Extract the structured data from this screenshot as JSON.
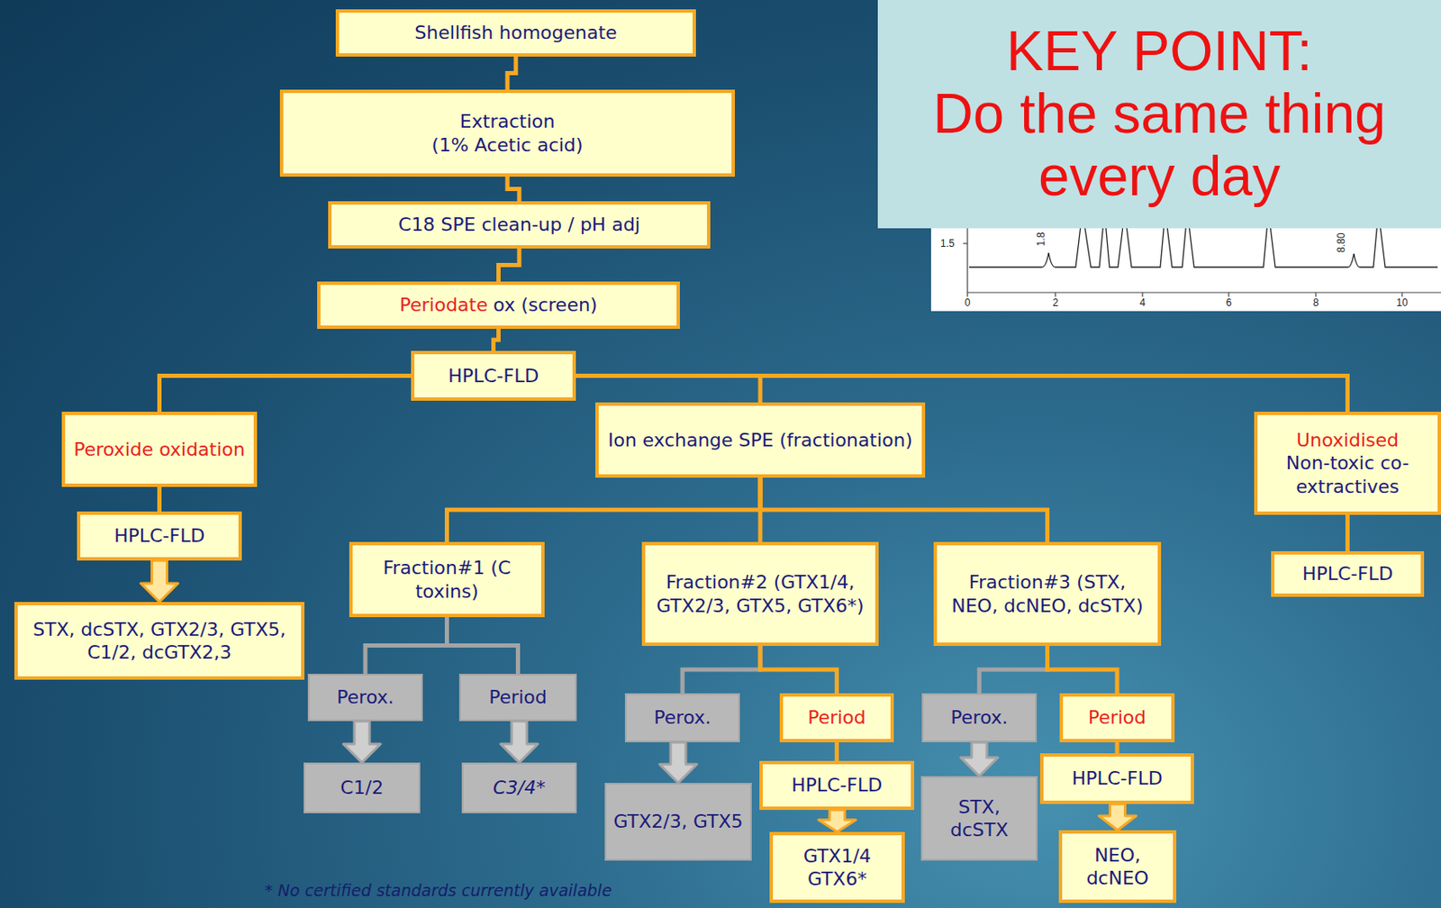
{
  "diagram": {
    "nodes": [
      {
        "text": [
          "Shellfish homogenate"
        ]
      },
      {
        "text": [
          "Extraction",
          "(1% Acetic acid)"
        ]
      },
      {
        "text": [
          "C18 SPE clean-up / pH adj"
        ]
      },
      {
        "text": [
          "Periodate",
          "ox (screen)"
        ]
      },
      {
        "text": [
          "HPLC-FLD"
        ]
      },
      {
        "text": [
          "Peroxide oxidation"
        ]
      },
      {
        "text": [
          "Ion exchange SPE (fractionation)"
        ]
      },
      {
        "text": [
          "Unoxidised",
          "Non-toxic co-extractives"
        ]
      },
      {
        "text": [
          "HPLC-FLD"
        ]
      },
      {
        "text": [
          "STX, dcSTX, GTX2/3, GTX5, C1/2, dcGTX2,3"
        ]
      },
      {
        "text": [
          "Fraction#1 (C toxins)"
        ]
      },
      {
        "text": [
          "Fraction#2 (GTX1/4, GTX2/3, GTX5, GTX6*)"
        ]
      },
      {
        "text": [
          "Fraction#3 (STX, NEO, dcNEO, dcSTX)"
        ]
      },
      {
        "text": [
          "HPLC-FLD"
        ]
      },
      {
        "text": [
          "Perox."
        ]
      },
      {
        "text": [
          "Period"
        ]
      },
      {
        "text": [
          "Perox."
        ]
      },
      {
        "text": [
          "Period"
        ]
      },
      {
        "text": [
          "Perox."
        ]
      },
      {
        "text": [
          "Period"
        ]
      },
      {
        "text": [
          "C1/2"
        ]
      },
      {
        "text": [
          "C3/4*"
        ]
      },
      {
        "text": [
          "GTX2/3, GTX5"
        ]
      },
      {
        "text": [
          "HPLC-FLD"
        ]
      },
      {
        "text": [
          "STX, dcSTX"
        ]
      },
      {
        "text": [
          "HPLC-FLD"
        ]
      },
      {
        "text": [
          "GTX1/4 GTX6*"
        ]
      },
      {
        "text": [
          "NEO, dcNEO"
        ]
      },
      {
        "text": [
          "KEY POINT:",
          "Do the same thing every day"
        ]
      }
    ],
    "edges": [
      {
        "from": 0,
        "to": 1,
        "arrow": "none"
      },
      {
        "from": 1,
        "to": 2,
        "arrow": "none"
      },
      {
        "from": 2,
        "to": 3,
        "arrow": "none"
      },
      {
        "from": 3,
        "to": 4,
        "arrow": "none"
      },
      {
        "from": 4,
        "to": 5,
        "arrow": "none"
      },
      {
        "from": 4,
        "to": 6,
        "arrow": "none"
      },
      {
        "from": 4,
        "to": 7,
        "arrow": "none"
      },
      {
        "from": 5,
        "to": 8,
        "arrow": "none"
      },
      {
        "from": 8,
        "to": 9,
        "arrow": "to"
      },
      {
        "from": 6,
        "to": 10,
        "arrow": "none"
      },
      {
        "from": 6,
        "to": 11,
        "arrow": "none"
      },
      {
        "from": 6,
        "to": 12,
        "arrow": "none"
      },
      {
        "from": 7,
        "to": 13,
        "arrow": "none"
      },
      {
        "from": 10,
        "to": 14,
        "arrow": "none"
      },
      {
        "from": 10,
        "to": 15,
        "arrow": "none"
      },
      {
        "from": 11,
        "to": 16,
        "arrow": "none"
      },
      {
        "from": 11,
        "to": 17,
        "arrow": "none"
      },
      {
        "from": 12,
        "to": 18,
        "arrow": "none"
      },
      {
        "from": 12,
        "to": 19,
        "arrow": "none"
      },
      {
        "from": 14,
        "to": 20,
        "arrow": "to"
      },
      {
        "from": 15,
        "to": 21,
        "arrow": "to"
      },
      {
        "from": 16,
        "to": 22,
        "arrow": "to"
      },
      {
        "from": 17,
        "to": 23,
        "arrow": "none"
      },
      {
        "from": 18,
        "to": 24,
        "arrow": "to"
      },
      {
        "from": 19,
        "to": 25,
        "arrow": "none"
      },
      {
        "from": 23,
        "to": 26,
        "arrow": "to"
      },
      {
        "from": 25,
        "to": 27,
        "arrow": "to"
      }
    ],
    "labels": [
      "1.5",
      "1.8",
      "8.80",
      "0",
      "2",
      "4",
      "6",
      "8",
      "10",
      "* No certified standards currently available"
    ]
  }
}
